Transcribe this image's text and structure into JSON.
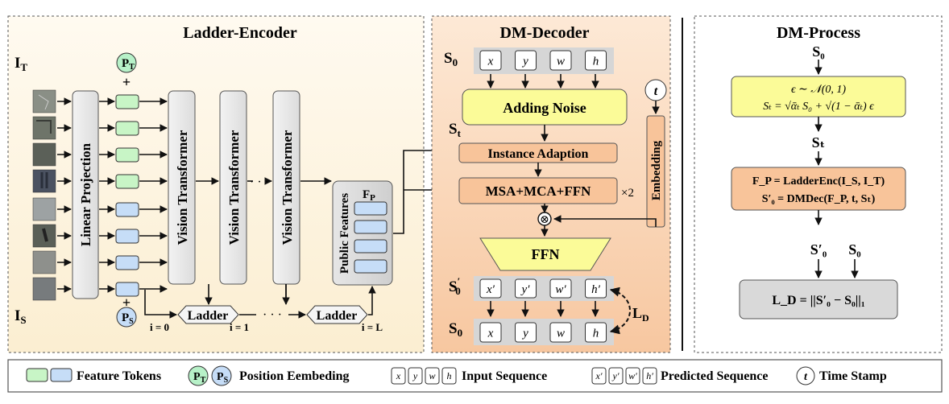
{
  "panels": {
    "encoder_title": "Ladder-Encoder",
    "decoder_title": "DM-Decoder",
    "process_title": "DM-Process"
  },
  "encoder": {
    "input_target": "I",
    "input_target_sub": "T",
    "input_search": "I",
    "input_search_sub": "S",
    "pos_target": "P",
    "pos_target_sub": "T",
    "pos_search": "P",
    "pos_search_sub": "S",
    "plus": "+",
    "linear_projection": "Linear Projection",
    "vision_transformer": "Vision Transformer",
    "ellipsis": "· · ·",
    "ladder": "Ladder",
    "index_0": "i = 0",
    "index_1": "i = 1",
    "index_L": "i = L",
    "public_features": "Public Features",
    "fp": "F",
    "fp_sub": "P"
  },
  "decoder": {
    "s0": "S",
    "s0_sub": "0",
    "st": "S",
    "st_sub": "t",
    "s0p": "S",
    "s0p_sub": "0",
    "s0p_sup": "′",
    "tokens": [
      "x",
      "y",
      "w",
      "h"
    ],
    "tokens_pred": [
      "x′",
      "y′",
      "w′",
      "h′"
    ],
    "adding_noise": "Adding Noise",
    "instance_adaption": "Instance Adaption",
    "msa": "MSA+MCA+FFN",
    "times2": "×2",
    "embedding": "Embedding",
    "time": "t",
    "ffn": "FFN",
    "ld": "L",
    "ld_sub": "D",
    "otimes": "⊗"
  },
  "process": {
    "s0_top": "S₀",
    "eq1_line1": "ϵ ∼ 𝒩(0, 1)",
    "eq1_line2": "Sₜ = √ᾱₜ S₀ + √(1 − ᾱₜ) ϵ",
    "st": "Sₜ",
    "eq2_line1": "F_P = LadderEnc(I_S, I_T)",
    "eq2_line2": "S′₀ = DMDec(F_P, t, Sₜ)",
    "s0p": "S′₀",
    "s0": "S₀",
    "loss": "L_D = ||S′₀ − S₀||₁"
  },
  "legend": {
    "feature_tokens": "Feature Tokens",
    "position_embedding": "Position Eembeding",
    "input_sequence": "Input Sequence",
    "predicted_sequence": "Predicted Sequence",
    "time_stamp": "Time Stamp",
    "pt": "P",
    "pt_sub": "T",
    "ps": "P",
    "ps_sub": "S",
    "time": "t",
    "input_tokens": [
      "x",
      "y",
      "w",
      "h"
    ],
    "pred_tokens": [
      "x′",
      "y′",
      "w′",
      "h′"
    ]
  },
  "colors": {
    "encoder_bg": "#fdf5e1",
    "decoder_bg": "#fbd8bc",
    "green_token": "#c8f5c6",
    "blue_token": "#c6ddf7",
    "yellow_box": "#fbfb98",
    "orange_box": "#f8c49a",
    "gray_box": "#d9d9d9",
    "frame_gray": "#e9e9e9"
  }
}
